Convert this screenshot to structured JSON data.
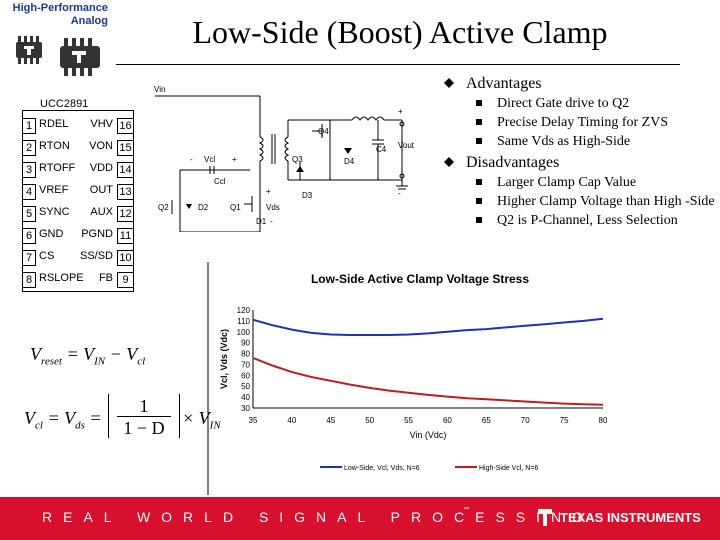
{
  "logo": {
    "line1": "High-Performance",
    "line2": "Analog"
  },
  "title": "Low-Side (Boost) Active Clamp",
  "bullets": {
    "advantages": {
      "heading": "Advantages",
      "items": [
        "Direct Gate drive to Q2",
        "Precise Delay Timing for ZVS",
        "Same Vds as High-Side"
      ]
    },
    "disadvantages": {
      "heading": "Disadvantages",
      "items": [
        "Larger Clamp Cap Value",
        "Higher Clamp Voltage than High -Side",
        "Q2 is P-Channel, Less Selection"
      ]
    }
  },
  "ic": {
    "name": "UCC2891",
    "pins": [
      {
        "ln": "1",
        "lname": "RDEL",
        "rname": "VHV",
        "rn": "16"
      },
      {
        "ln": "2",
        "lname": "RTON",
        "rname": "VON",
        "rn": "15"
      },
      {
        "ln": "3",
        "lname": "RTOFF",
        "rname": "VDD",
        "rn": "14"
      },
      {
        "ln": "4",
        "lname": "VREF",
        "rname": "OUT",
        "rn": "13"
      },
      {
        "ln": "5",
        "lname": "SYNC",
        "rname": "AUX",
        "rn": "12"
      },
      {
        "ln": "6",
        "lname": "GND",
        "rname": "PGND",
        "rn": "11"
      },
      {
        "ln": "7",
        "lname": "CS",
        "rname": "SS/SD",
        "rn": "10"
      },
      {
        "ln": "8",
        "lname": "RSLOPE",
        "rname": "FB",
        "rn": "9"
      }
    ]
  },
  "schematic": {
    "vin": "Vin",
    "vcl": "Vcl",
    "ccl": "Ccl",
    "q1": "Q1",
    "q2": "Q2",
    "q3": "Q3",
    "q4": "Q4",
    "d1": "D1",
    "d2": "D2",
    "d3": "D3",
    "d4": "D4",
    "c4": "C4",
    "vout": "Vout",
    "vds": "Vds",
    "plus": "+",
    "minus": "-"
  },
  "equations": {
    "eq1_lhs": "V",
    "eq1_lhs_sub": "reset",
    "eq1_rhs_a": "V",
    "eq1_rhs_a_sub": "IN",
    "eq1_rhs_b": "V",
    "eq1_rhs_b_sub": "cl",
    "eq2_a": "V",
    "eq2_a_sub": "cl",
    "eq2_b": "V",
    "eq2_b_sub": "ds",
    "eq2_num": "1",
    "eq2_den": "1 − D",
    "eq2_c": "V",
    "eq2_c_sub": "IN"
  },
  "chart_data": {
    "type": "line",
    "title": "Low-Side Active Clamp Voltage Stress",
    "xlabel": "Vin (Vdc)",
    "ylabel": "Vcl, Vds (Vdc)",
    "xlim": [
      35,
      80
    ],
    "ylim": [
      30,
      120
    ],
    "xticks": [
      35,
      40,
      45,
      50,
      55,
      60,
      65,
      70,
      75,
      80
    ],
    "yticks": [
      30,
      40,
      50,
      60,
      70,
      80,
      90,
      100,
      110,
      120
    ],
    "grid": false,
    "legend_position": "bottom",
    "series": [
      {
        "name": "Low-Side, Vcl, Vds, N=6",
        "color": "#1f2fbf",
        "x": [
          35,
          37.5,
          40,
          42.5,
          45,
          47.5,
          50,
          52.5,
          55,
          57.5,
          60,
          62.5,
          65,
          67.5,
          70,
          72.5,
          75,
          77.5,
          80
        ],
        "y": [
          111,
          106,
          102,
          99,
          97.5,
          97,
          97,
          97,
          97.5,
          98.5,
          100,
          101.5,
          102.5,
          104,
          105.5,
          107,
          108.5,
          110,
          112
        ]
      },
      {
        "name": "High-Side Vcl, N=6",
        "color": "#c81a1a",
        "x": [
          35,
          37.5,
          40,
          42.5,
          45,
          47.5,
          50,
          52.5,
          55,
          57.5,
          60,
          62.5,
          65,
          67.5,
          70,
          72.5,
          75,
          77.5,
          80
        ],
        "y": [
          76,
          69,
          63,
          58.5,
          55,
          51.5,
          48.5,
          46,
          44,
          42,
          40.5,
          39,
          38,
          37,
          36,
          35,
          34,
          33.5,
          33
        ]
      }
    ]
  },
  "footer": {
    "tagline": "REAL WORLD SIGNAL PROCESSING",
    "tm": "™",
    "brand": "TEXAS INSTRUMENTS"
  },
  "colors": {
    "footer": "#d8102e",
    "logo_blue": "#1a3a8a"
  }
}
